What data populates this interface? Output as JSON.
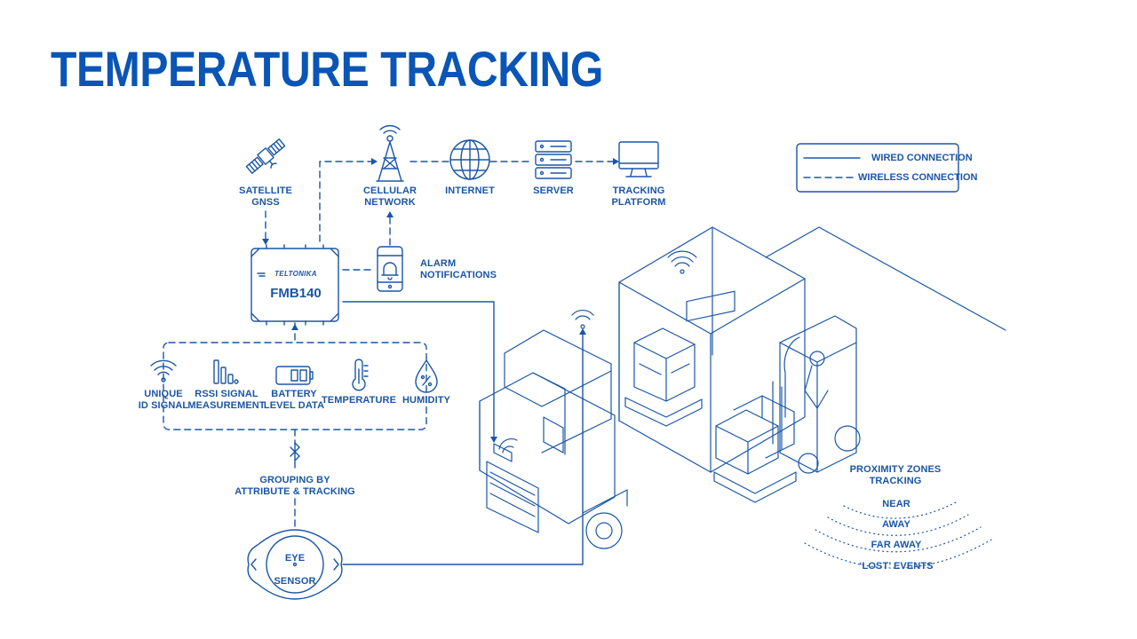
{
  "title": "TEMPERATURE TRACKING",
  "colors": {
    "title": "#0a55b5",
    "line": "#1a56a6",
    "background": "#ffffff"
  },
  "network": {
    "satellite": [
      "SATELLITE",
      "GNSS"
    ],
    "cellular": [
      "CELLULAR",
      "NETWORK"
    ],
    "internet": "INTERNET",
    "server": "SERVER",
    "platform": [
      "TRACKING",
      "PLATFORM"
    ],
    "alarm": [
      "ALARM",
      "NOTIFICATIONS"
    ]
  },
  "device": {
    "brand": "TELTONIKA",
    "model": "FMB140"
  },
  "features": [
    {
      "label": [
        "UNIQUE",
        "ID SIGNAL"
      ],
      "icon": "wifi-signal-icon"
    },
    {
      "label": [
        "RSSI SIGNAL",
        "MEASUREMENT"
      ],
      "icon": "signal-bars-icon"
    },
    {
      "label": [
        "BATTERY",
        "LEVEL DATA"
      ],
      "icon": "battery-icon"
    },
    {
      "label": [
        "TEMPERATURE"
      ],
      "icon": "thermometer-icon"
    },
    {
      "label": [
        "HUMIDITY"
      ],
      "icon": "humidity-drop-icon"
    }
  ],
  "grouping": [
    "GROUPING BY",
    "ATTRIBUTE & TRACKING"
  ],
  "sensor": [
    "EYE",
    "SENSOR"
  ],
  "legend": {
    "wired": "WIRED CONNECTION",
    "wireless": "WIRELESS CONNECTION"
  },
  "proximity": {
    "title": [
      "PROXIMITY ZONES",
      "TRACKING"
    ],
    "zones": [
      "NEAR",
      "AWAY",
      "FAR AWAY",
      "‘LOST’ EVENTS"
    ]
  }
}
